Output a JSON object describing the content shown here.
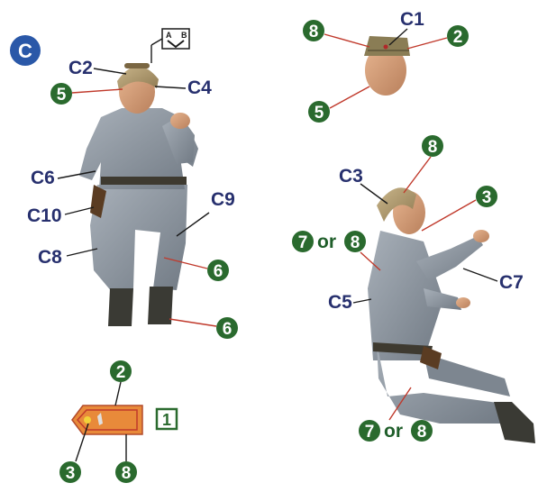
{
  "section_badge": "C",
  "direction_box": {
    "a": "A",
    "b": "B"
  },
  "part_labels": {
    "c1": "C1",
    "c2": "C2",
    "c3": "C3",
    "c4": "C4",
    "c5": "C5",
    "c6": "C6",
    "c7": "C7",
    "c8": "C8",
    "c9": "C9",
    "c10": "C10"
  },
  "paint_refs": {
    "head_left": "8",
    "head_right": "2",
    "head_bottom": "5",
    "fig1_left": "5",
    "fig1_knee": "6",
    "fig1_boot": "6",
    "fig2_top": "8",
    "fig2_right": "3",
    "fig2_left_a": "7",
    "fig2_left_b": "8",
    "fig2_bottom_a": "7",
    "fig2_bottom_b": "8",
    "strap_top": "2",
    "strap_left": "3",
    "strap_bottom": "8"
  },
  "or_word": "or",
  "step_box": "1",
  "colors": {
    "badge_green": "#2a6a2e",
    "label_navy": "#27306e",
    "section_blue": "#2a58a8",
    "uniform_grey": "#8d96a0",
    "strap_orange": "#e88a3a",
    "leader_red": "#c0392b"
  }
}
